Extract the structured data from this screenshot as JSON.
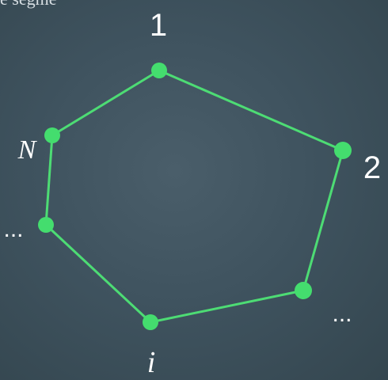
{
  "caption_fragment": "e segme",
  "polygon": {
    "line_color": "#4ddc74",
    "vertex_color": "#44dd6e",
    "labels": {
      "v1": "1",
      "v2": "2",
      "vN": "N",
      "vi": "i",
      "ellipsis_left": "...",
      "ellipsis_right": "..."
    }
  }
}
